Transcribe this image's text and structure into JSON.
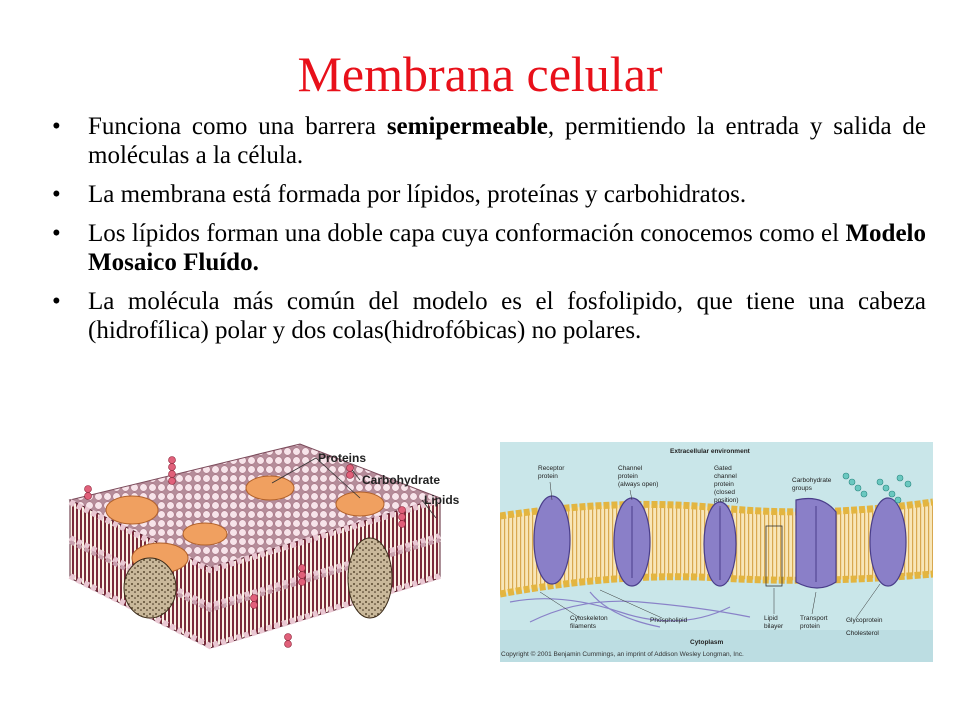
{
  "title": "Membrana celular",
  "bullets": [
    {
      "pre": "Funciona como una barrera ",
      "bold": "semipermeable",
      "post": ", permitiendo la entrada y salida de moléculas a la célula."
    },
    {
      "pre": "La membrana está  formada por lípidos, proteínas y carbohidratos.",
      "bold": "",
      "post": ""
    },
    {
      "pre": "Los lípidos forman una doble capa cuya conformación conocemos como el ",
      "bold": "Modelo Mosaico Fluído.",
      "post": ""
    },
    {
      "pre": "La molécula más común del modelo es el fosfolipido, que tiene una cabeza (hidrofílica) polar y dos colas(hidrofóbicas) no polares.",
      "bold": "",
      "post": ""
    }
  ],
  "left_figure": {
    "labels": {
      "proteins": "Proteins",
      "carbohydrate": "Carbohydrate",
      "lipids": "Lipids"
    }
  },
  "right_figure": {
    "top_label": "Extracellular environment",
    "bottom_label": "Cytoplasm",
    "labels": {
      "receptor": [
        "Receptor",
        "protein"
      ],
      "channel": [
        "Channel",
        "protein",
        "(always open)"
      ],
      "gated": [
        "Gated",
        "channel",
        "protein",
        "(closed",
        "position)"
      ],
      "carbohydrate_groups": [
        "Carbohydrate",
        "groups"
      ],
      "cytoskeleton": [
        "Cytoskeleton",
        "filaments"
      ],
      "phospholipid": [
        "Phospholipid"
      ],
      "lipid_bilayer": [
        "Lipid",
        "bilayer"
      ],
      "transport": [
        "Transport",
        "protein"
      ],
      "glycoprotein": [
        "Glycoprotein"
      ],
      "cholesterol": [
        "Cholesterol"
      ]
    },
    "copyright": "Copyright © 2001 Benjamin Cummings, an imprint of Addison Wesley Longman, Inc."
  },
  "colors": {
    "title": "#e8101a",
    "protein_orange": "#f0a060",
    "protein_purple": "#8a7fc8",
    "background_right": "#c9e6e9"
  }
}
